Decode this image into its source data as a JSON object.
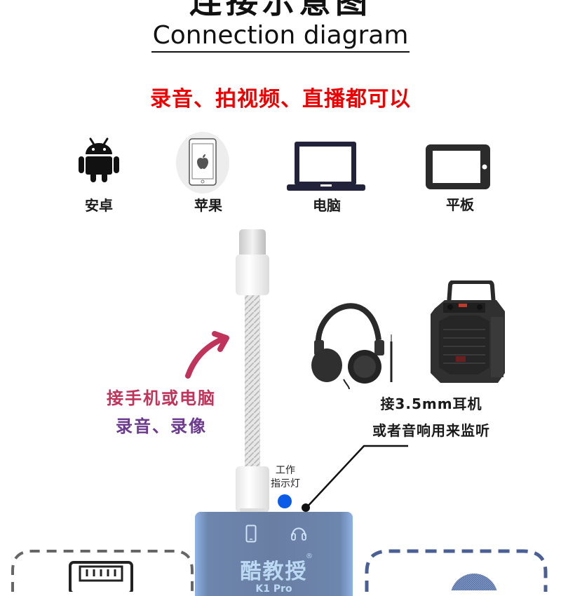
{
  "header": {
    "title_cn": "连接示意图",
    "title_en": "Connection diagram",
    "tagline": "录音、拍视频、直播都可以"
  },
  "devices": [
    {
      "label": "安卓",
      "icon": "android-icon"
    },
    {
      "label": "苹果",
      "icon": "apple-ipad-icon"
    },
    {
      "label": "电脑",
      "icon": "laptop-icon"
    },
    {
      "label": "平板",
      "icon": "tablet-icon"
    }
  ],
  "cable_note": {
    "line1": "接手机或电脑",
    "line2": "录音、录像"
  },
  "monitor_note": {
    "line1": "接3.5mm耳机",
    "line2": "或者音响用来监听"
  },
  "indicator": {
    "line1": "工作",
    "line2": "指示灯"
  },
  "product": {
    "brand": "酷教授",
    "registered": "®",
    "model": "K1 Pro"
  },
  "colors": {
    "tagline": "#ee0000",
    "arrow": "#c0335a",
    "note_line1": "#c0335a",
    "note_line2": "#6b3a8e",
    "indicator_led": "#0a5ce8",
    "device_body": "#6a7ea3",
    "mic_frame": "#4a5f95",
    "card_frame": "#666666"
  }
}
